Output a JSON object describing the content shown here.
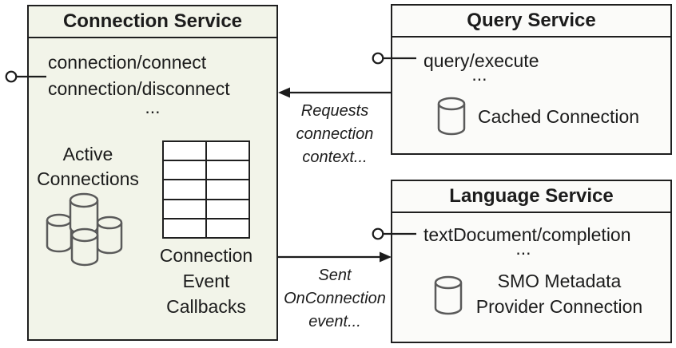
{
  "connection_service": {
    "title": "Connection Service",
    "methods": [
      "connection/connect",
      "connection/disconnect"
    ],
    "ellipsis": "...",
    "active_connections": [
      "Active",
      "Connections"
    ],
    "callbacks": [
      "Connection",
      "Event",
      "Callbacks"
    ]
  },
  "query_service": {
    "title": "Query Service",
    "methods": [
      "query/execute"
    ],
    "ellipsis": "...",
    "cached_connection": "Cached Connection"
  },
  "language_service": {
    "title": "Language Service",
    "methods": [
      "textDocument/completion"
    ],
    "ellipsis": "...",
    "smo_connection": [
      "SMO Metadata",
      "Provider Connection"
    ]
  },
  "connectors": {
    "requests_label": [
      "Requests",
      "connection",
      "context..."
    ],
    "sent_label": [
      "Sent",
      "OnConnection",
      "event..."
    ]
  },
  "icons": {
    "active_connections": "database-cluster-icon",
    "callbacks": "table-grid-icon",
    "cached_connection": "database-cylinder-icon",
    "smo_connection": "database-cylinder-icon",
    "interfaces": "lollipop-interface-icon"
  },
  "colors": {
    "connection_box_fill": "#f2f4e9",
    "service_box_fill": "#fbfbf9",
    "border": "#1f1f1f",
    "text": "#1c1c1c",
    "cylinder_stroke": "#5a5a5a",
    "table_cell": "#ffffff"
  }
}
